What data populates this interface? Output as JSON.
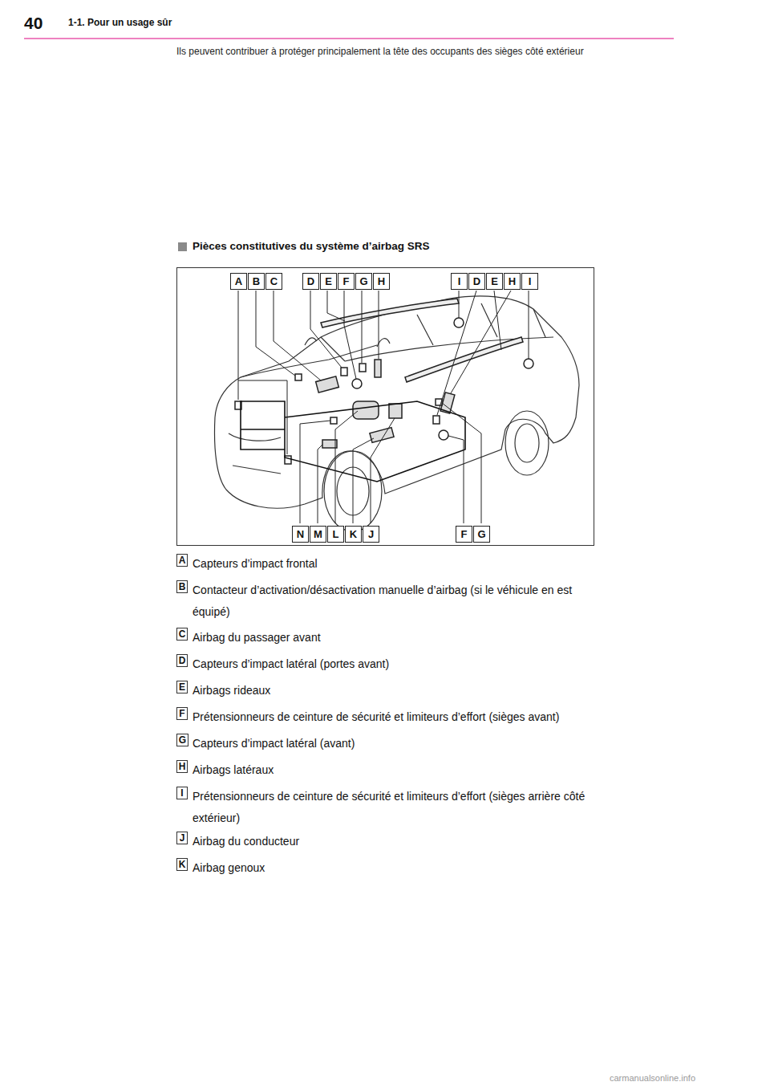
{
  "diagram": {
    "title": "Pièces constitutives du système d’airbag SRS",
    "nodes": [
      {
        "text": [
          "A"
        ]
      },
      {
        "text": [
          "B"
        ]
      },
      {
        "text": [
          "C"
        ]
      },
      {
        "text": [
          "D"
        ]
      },
      {
        "text": [
          "E"
        ]
      },
      {
        "text": [
          "F"
        ]
      },
      {
        "text": [
          "G"
        ]
      },
      {
        "text": [
          "H"
        ]
      },
      {
        "text": [
          "I"
        ]
      },
      {
        "text": [
          "D"
        ]
      },
      {
        "text": [
          "E"
        ]
      },
      {
        "text": [
          "H"
        ]
      },
      {
        "text": [
          "I"
        ]
      },
      {
        "text": [
          "N"
        ]
      },
      {
        "text": [
          "M"
        ]
      },
      {
        "text": [
          "L"
        ]
      },
      {
        "text": [
          "K"
        ]
      },
      {
        "text": [
          "J"
        ]
      },
      {
        "text": [
          "F"
        ]
      },
      {
        "text": [
          "G"
        ]
      },
      {
        "text": [
          "A"
        ]
      },
      {
        "text": [
          "B"
        ]
      },
      {
        "text": [
          "C"
        ]
      },
      {
        "text": [
          "D"
        ]
      },
      {
        "text": [
          "E"
        ]
      },
      {
        "text": [
          "F"
        ]
      },
      {
        "text": [
          "G"
        ]
      },
      {
        "text": [
          "H"
        ]
      },
      {
        "text": [
          "I"
        ]
      },
      {
        "text": [
          "J"
        ]
      },
      {
        "text": [
          "K"
        ]
      }
    ],
    "labels": [
      "40",
      "1-1. Pour un usage sûr",
      "Ils peuvent contribuer à protéger principalement la tête des occupants des sièges côté extérieur",
      "Capteurs d’impact frontal",
      "Contacteur d’activation/désactivation manuelle d’airbag (si le véhicule en est équipé)",
      "Airbag du passager avant",
      "Capteurs d’impact latéral (portes avant)",
      "Airbags rideaux",
      "Prétensionneurs de ceinture de sécurité et limiteurs d’effort (sièges avant)",
      "Capteurs d’impact latéral (avant)",
      "Airbags latéraux",
      "Prétensionneurs de ceinture de sécurité et limiteurs d’effort (sièges arrière côté extérieur)",
      "Airbag du conducteur",
      "Airbag genoux",
      "carmanualsonline.info"
    ]
  }
}
